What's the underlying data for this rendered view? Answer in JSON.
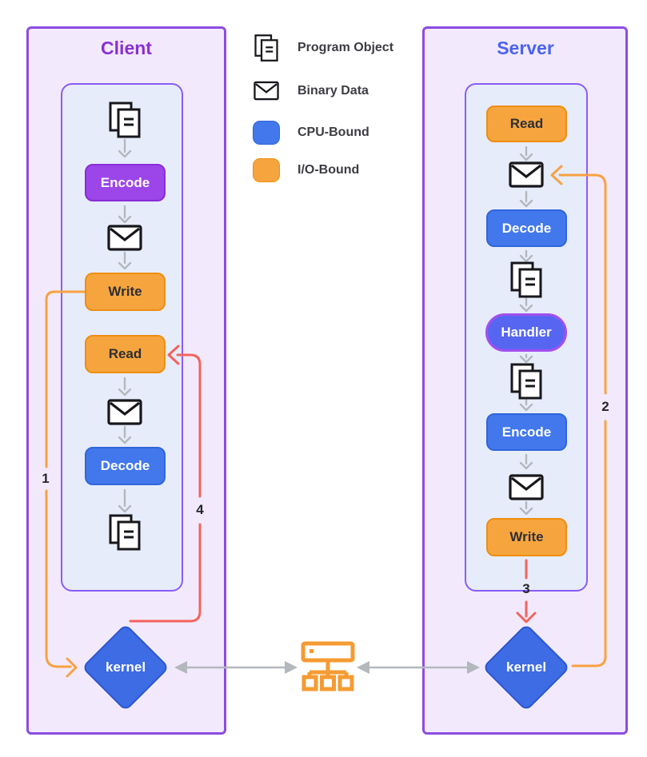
{
  "client": {
    "title": "Client",
    "nodes": {
      "encode": "Encode",
      "write": "Write",
      "read": "Read",
      "decode": "Decode",
      "kernel": "kernel"
    }
  },
  "server": {
    "title": "Server",
    "nodes": {
      "read": "Read",
      "decode": "Decode",
      "handler": "Handler",
      "encode": "Encode",
      "write": "Write",
      "kernel": "kernel"
    }
  },
  "legend": {
    "program_object": "Program Object",
    "binary_data": "Binary Data",
    "cpu_bound": "CPU-Bound",
    "io_bound": "I/O-Bound"
  },
  "steps": {
    "s1": "1",
    "s2": "2",
    "s3": "3",
    "s4": "4"
  },
  "colors": {
    "cpu_bound_blue": "#4378EC",
    "io_bound_orange": "#F6A53E",
    "client_encode_purple": "#9C45E9",
    "handler_indigo": "#5766F1",
    "kernel_blue": "#3D6CE4",
    "panel_border_purple": "#8D4CE1",
    "red_arrow": "#F4635C",
    "orange_arrow": "#F9A142",
    "gray_arrow": "#B3B8BD"
  }
}
